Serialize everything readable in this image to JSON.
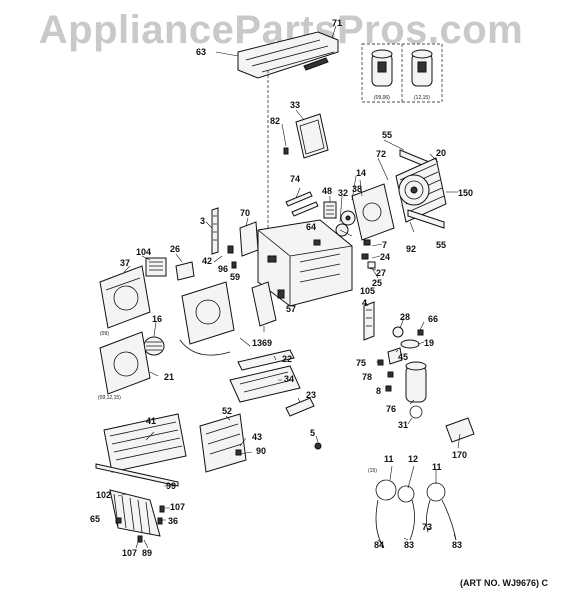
{
  "watermark": "AppliancePartsPros.com",
  "art_number": "(ART NO. WJ9676) C",
  "variant_labels": {
    "compressor_a": "(09,06)",
    "compressor_b": "(12,15)",
    "front_a": "(09)",
    "front_b": "(09,12,15)",
    "cord_a": "(15)"
  },
  "callouts": [
    {
      "id": "c63",
      "text": "63"
    },
    {
      "id": "c71",
      "text": "71"
    },
    {
      "id": "c33",
      "text": "33"
    },
    {
      "id": "c82",
      "text": "82"
    },
    {
      "id": "c55a",
      "text": "55"
    },
    {
      "id": "c20",
      "text": "20"
    },
    {
      "id": "c72",
      "text": "72"
    },
    {
      "id": "c14",
      "text": "14"
    },
    {
      "id": "c38",
      "text": "38"
    },
    {
      "id": "c150",
      "text": "150"
    },
    {
      "id": "c74",
      "text": "74"
    },
    {
      "id": "c48",
      "text": "48"
    },
    {
      "id": "c32",
      "text": "32"
    },
    {
      "id": "c3",
      "text": "3"
    },
    {
      "id": "c70",
      "text": "70"
    },
    {
      "id": "c64",
      "text": "64"
    },
    {
      "id": "c7",
      "text": "7"
    },
    {
      "id": "c92",
      "text": "92"
    },
    {
      "id": "c55b",
      "text": "55"
    },
    {
      "id": "c24",
      "text": "24"
    },
    {
      "id": "c104",
      "text": "104"
    },
    {
      "id": "c26",
      "text": "26"
    },
    {
      "id": "c37",
      "text": "37"
    },
    {
      "id": "c42",
      "text": "42"
    },
    {
      "id": "c96",
      "text": "96"
    },
    {
      "id": "c59",
      "text": "59"
    },
    {
      "id": "c27",
      "text": "27"
    },
    {
      "id": "c25",
      "text": "25"
    },
    {
      "id": "c105",
      "text": "105"
    },
    {
      "id": "c57",
      "text": "57"
    },
    {
      "id": "c4",
      "text": "4"
    },
    {
      "id": "c16",
      "text": "16"
    },
    {
      "id": "c28",
      "text": "28"
    },
    {
      "id": "c66",
      "text": "66"
    },
    {
      "id": "c13",
      "text": "13"
    },
    {
      "id": "c69",
      "text": "69"
    },
    {
      "id": "c19",
      "text": "19"
    },
    {
      "id": "c45",
      "text": "45"
    },
    {
      "id": "c75",
      "text": "75"
    },
    {
      "id": "c22",
      "text": "22"
    },
    {
      "id": "c21",
      "text": "21"
    },
    {
      "id": "c78",
      "text": "78"
    },
    {
      "id": "c34",
      "text": "34"
    },
    {
      "id": "c8",
      "text": "8"
    },
    {
      "id": "c23",
      "text": "23"
    },
    {
      "id": "c76",
      "text": "76"
    },
    {
      "id": "c52",
      "text": "52"
    },
    {
      "id": "c31",
      "text": "31"
    },
    {
      "id": "c41",
      "text": "41"
    },
    {
      "id": "c43",
      "text": "43"
    },
    {
      "id": "c90",
      "text": "90"
    },
    {
      "id": "c5",
      "text": "5"
    },
    {
      "id": "c170",
      "text": "170"
    },
    {
      "id": "c11a",
      "text": "11"
    },
    {
      "id": "c12",
      "text": "12"
    },
    {
      "id": "c11b",
      "text": "11"
    },
    {
      "id": "c99",
      "text": "99"
    },
    {
      "id": "c102",
      "text": "102"
    },
    {
      "id": "c107a",
      "text": "107"
    },
    {
      "id": "c65",
      "text": "65"
    },
    {
      "id": "c36",
      "text": "36"
    },
    {
      "id": "c107b",
      "text": "107"
    },
    {
      "id": "c89",
      "text": "89"
    },
    {
      "id": "c84",
      "text": "84"
    },
    {
      "id": "c83a",
      "text": "83"
    },
    {
      "id": "c73",
      "text": "73"
    },
    {
      "id": "c83b",
      "text": "83"
    }
  ]
}
